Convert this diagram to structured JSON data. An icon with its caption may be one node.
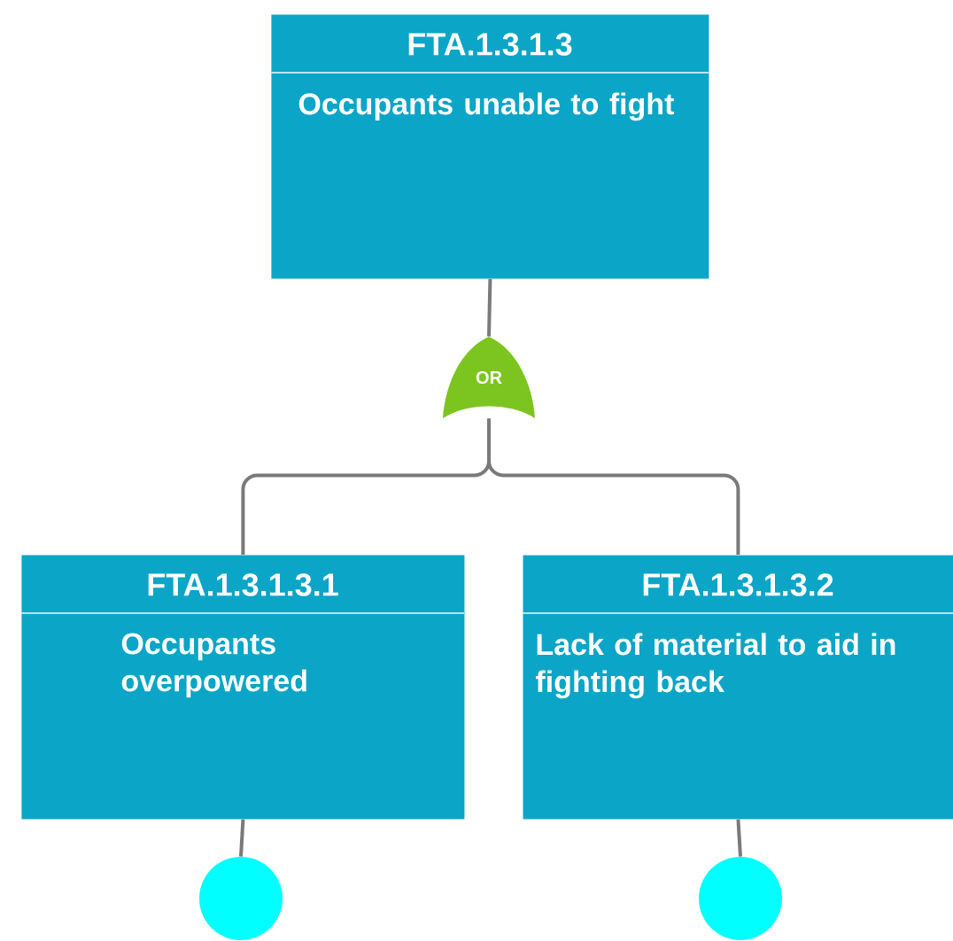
{
  "diagram": {
    "nodes": [
      {
        "text": [
          "FTA.1.3.1.3",
          "Occupants unable to fight"
        ]
      },
      {
        "text": [
          "OR"
        ]
      },
      {
        "text": [
          "FTA.1.3.1.3.1",
          "Occupants overpowered"
        ]
      },
      {
        "text": [
          "FTA.1.3.1.3.2",
          "Lack of material to aid in fighting back"
        ]
      },
      {
        "text": [],
        "shape": "circle"
      },
      {
        "text": [],
        "shape": "circle"
      }
    ],
    "edges": [
      {
        "from": 0,
        "to": 1,
        "arrow": "none"
      },
      {
        "from": 1,
        "to": 2,
        "arrow": "none"
      },
      {
        "from": 1,
        "to": 3,
        "arrow": "none"
      },
      {
        "from": 2,
        "to": 4,
        "arrow": "none"
      },
      {
        "from": 3,
        "to": 5,
        "arrow": "none"
      }
    ]
  }
}
